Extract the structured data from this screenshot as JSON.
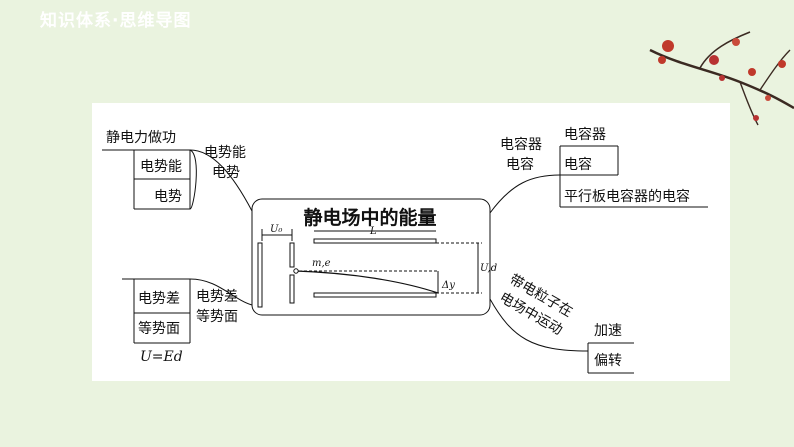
{
  "header": {
    "title": "知识体系·思维导图"
  },
  "center": {
    "title": "静电场中的能量",
    "label_u0": "U₀",
    "label_l": "L",
    "label_me": "m,e",
    "label_ud": "U,d",
    "label_dy": "Δy"
  },
  "left_top": {
    "hub_line1": "电势能",
    "hub_line2": "电势",
    "items": [
      "静电力做功",
      "电势能",
      "电势"
    ]
  },
  "left_bottom": {
    "hub_line1": "电势差",
    "hub_line2": "等势面",
    "items": [
      "电势差",
      "等势面",
      "U=Ed"
    ]
  },
  "right_top": {
    "hub_line1": "电容器",
    "hub_line2": "电容",
    "items": [
      "电容器",
      "电容",
      "平行板电容器的电容"
    ]
  },
  "right_bottom": {
    "hub_line1": "带电粒子在",
    "hub_line2": "电场中运动",
    "items": [
      "加速",
      "偏转"
    ]
  }
}
